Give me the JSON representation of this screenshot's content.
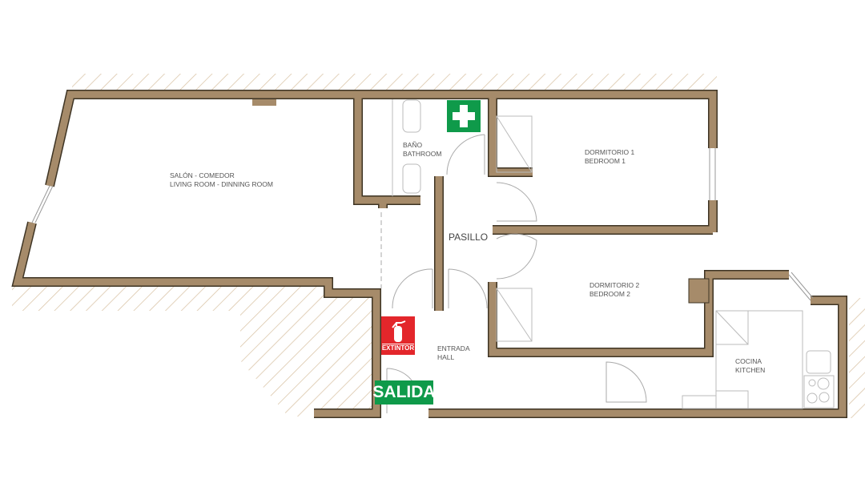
{
  "colors": {
    "wall": "#a68b6a",
    "wall_outline": "#3e3424",
    "hatch": "#d9c3a5",
    "green_sign": "#0f9a4a",
    "red_sign": "#e3262b"
  },
  "rooms": {
    "living": {
      "line1": "SALÓN - COMEDOR",
      "line2": "LIVING ROOM - DINNING ROOM"
    },
    "bathroom": {
      "line1": "BAÑO",
      "line2": "BATHROOM"
    },
    "bedroom1": {
      "line1": "DORMITORIO 1",
      "line2": "BEDROOM 1"
    },
    "bedroom2": {
      "line1": "DORMITORIO 2",
      "line2": "BEDROOM 2"
    },
    "corridor": {
      "line1": "PASILLO"
    },
    "hall": {
      "line1": "ENTRADA",
      "line2": "HALL"
    },
    "kitchen": {
      "line1": "COCINA",
      "line2": "KITCHEN"
    }
  },
  "signs": {
    "first_aid": "first-aid-cross",
    "extinguisher": "EXTINTOR",
    "exit": "SALIDA"
  }
}
